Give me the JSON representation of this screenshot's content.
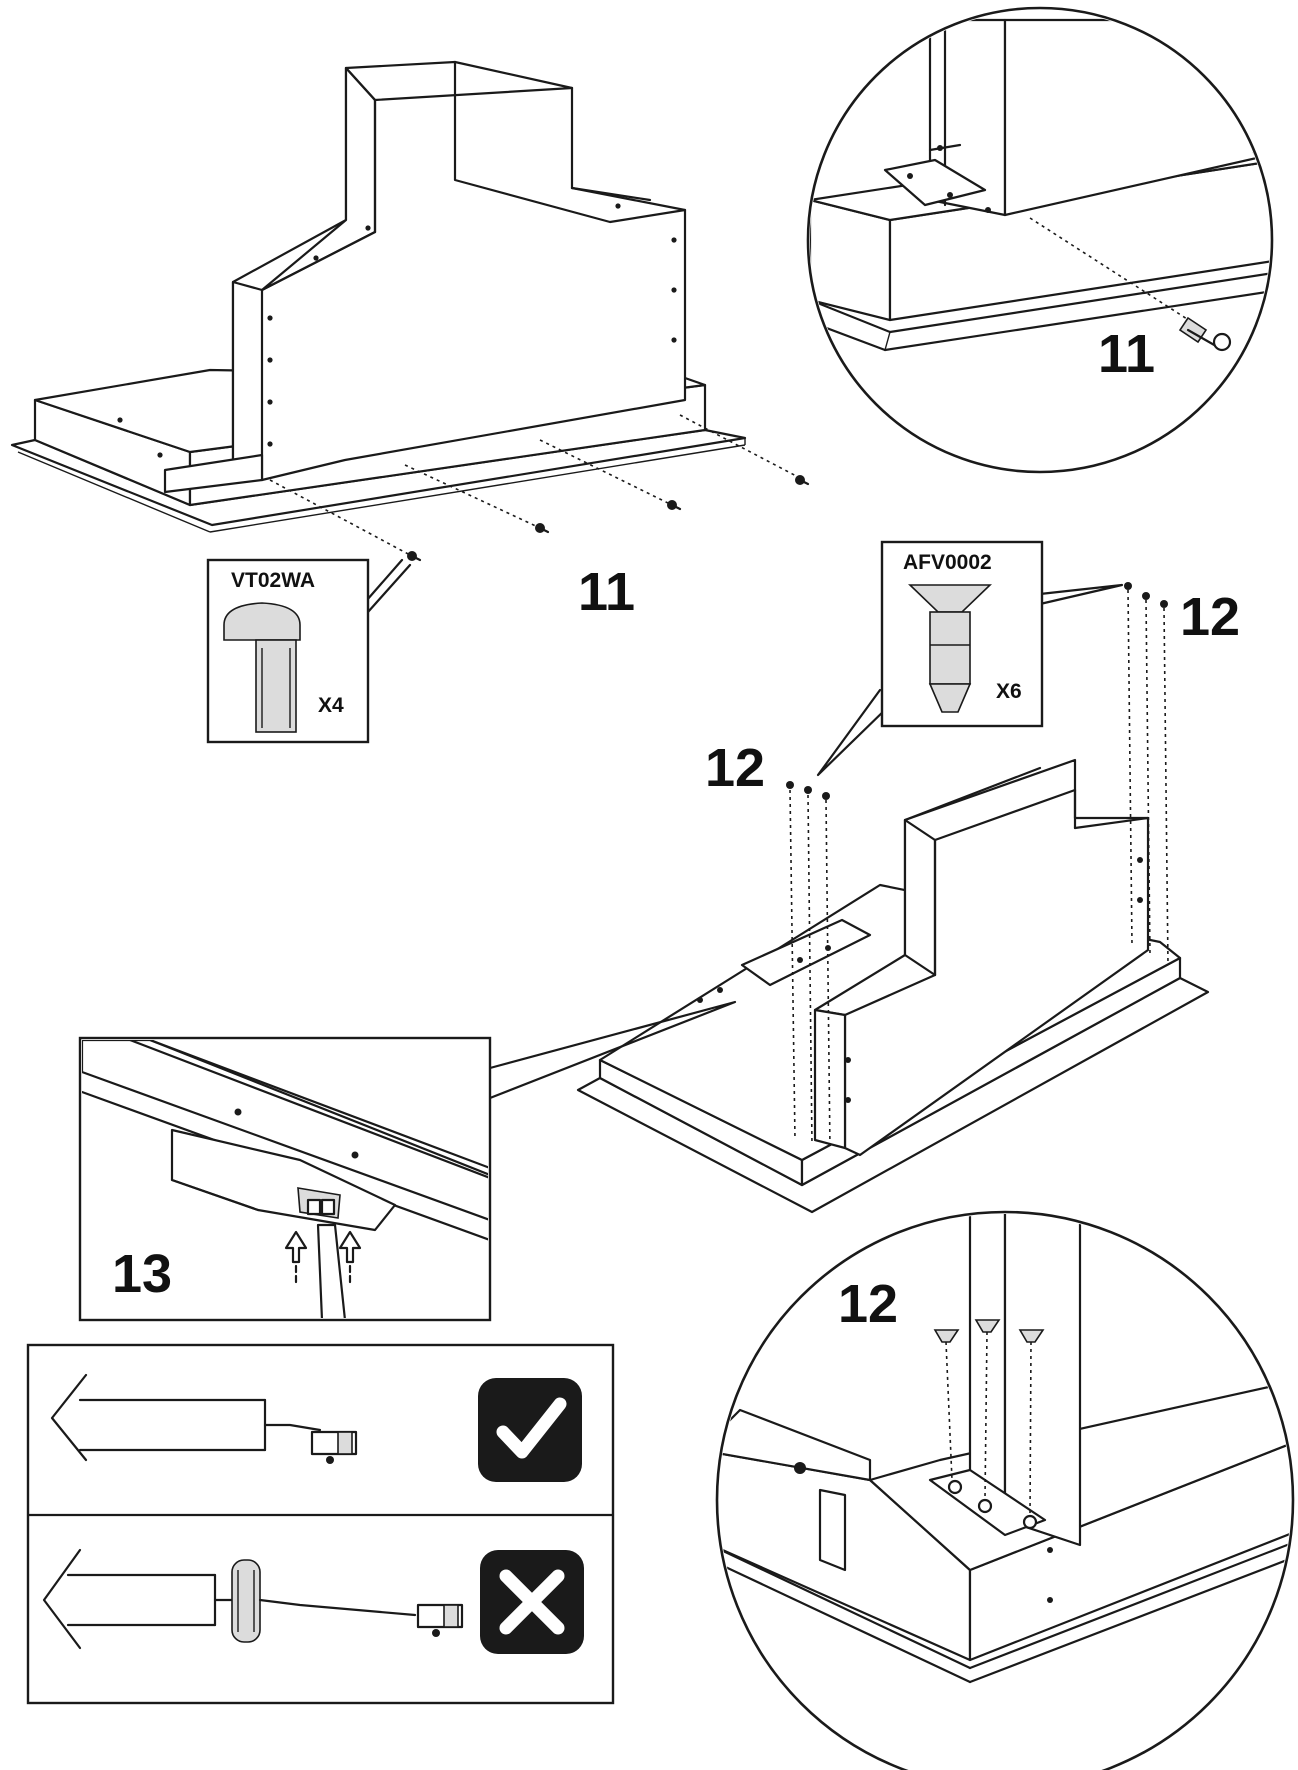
{
  "figure_1": {
    "step": "11",
    "part_code": "VT02WA",
    "part_qty": "X4"
  },
  "detail_1": {
    "step": "11"
  },
  "figure_2": {
    "step_left": "12",
    "step_right": "12",
    "part_code": "AFV0002",
    "part_qty": "X6"
  },
  "detail_2": {
    "step": "13"
  },
  "detail_3": {
    "step": "12"
  },
  "cable_guide": {
    "correct_icon": "check-icon",
    "wrong_icon": "cross-icon",
    "correct_color": "#1a1a1a",
    "wrong_color": "#1a1a1a"
  }
}
